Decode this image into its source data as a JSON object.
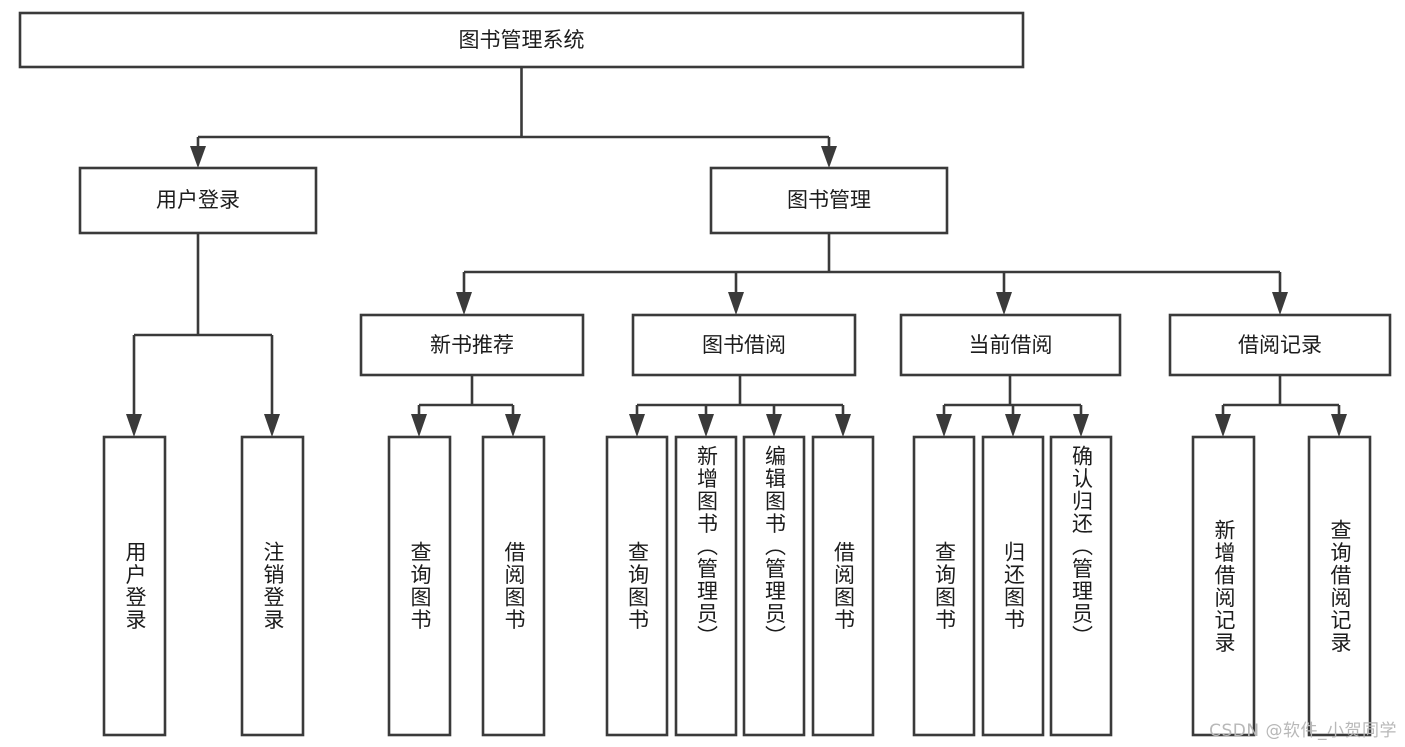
{
  "diagram": {
    "title": "图书管理系统",
    "type": "tree-hierarchy-functional-decomposition",
    "background_color": "#ffffff",
    "line_color": "#3a3a3a",
    "text_color": "#1c1c1c",
    "root": {
      "label": "图书管理系统",
      "orientation": "horizontal"
    },
    "level2": [
      {
        "label": "用户登录",
        "orientation": "horizontal"
      },
      {
        "label": "图书管理",
        "orientation": "horizontal"
      }
    ],
    "level3": [
      {
        "label": "新书推荐",
        "orientation": "horizontal"
      },
      {
        "label": "图书借阅",
        "orientation": "horizontal"
      },
      {
        "label": "当前借阅",
        "orientation": "horizontal"
      },
      {
        "label": "借阅记录",
        "orientation": "horizontal"
      }
    ],
    "leaves": {
      "user_login": [
        {
          "label": "用户登录",
          "orientation": "vertical"
        },
        {
          "label": "注销登录",
          "orientation": "vertical"
        }
      ],
      "new_book_recommend": [
        {
          "label": "查询图书",
          "orientation": "vertical"
        },
        {
          "label": "借阅图书",
          "orientation": "vertical"
        }
      ],
      "book_borrow": [
        {
          "label": "查询图书",
          "orientation": "vertical"
        },
        {
          "label": "新增图书（管理员）",
          "orientation": "vertical"
        },
        {
          "label": "编辑图书（管理员）",
          "orientation": "vertical"
        },
        {
          "label": "借阅图书",
          "orientation": "vertical"
        }
      ],
      "current_borrow": [
        {
          "label": "查询图书",
          "orientation": "vertical"
        },
        {
          "label": "归还图书",
          "orientation": "vertical"
        },
        {
          "label": "确认归还（管理员）",
          "orientation": "vertical"
        }
      ],
      "borrow_record": [
        {
          "label": "新增借阅记录",
          "orientation": "vertical"
        },
        {
          "label": "查询借阅记录",
          "orientation": "vertical"
        }
      ]
    }
  },
  "watermark": {
    "text": "CSDN @软件_小贺同学"
  }
}
